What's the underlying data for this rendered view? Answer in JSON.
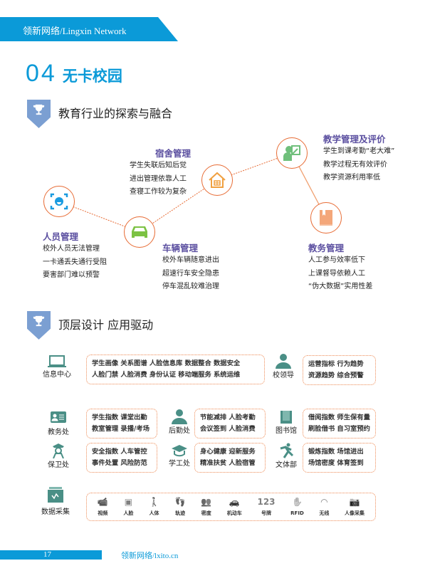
{
  "header": {
    "banner": "领新网络/Lingxin Network",
    "number": "04",
    "title": "无卡校园"
  },
  "section1": {
    "title": "教育行业的探索与融合",
    "nodes": [
      {
        "icon": "face-scan-icon",
        "title": "人员管理",
        "lines": [
          "校外人员无法管理",
          "一卡通丢失通行受阻",
          "要害部门难以预警"
        ]
      },
      {
        "icon": "car-icon",
        "title": "车辆管理",
        "lines": [
          "校外车辆随意进出",
          "超速行车安全隐患",
          "停车混乱较难治理"
        ]
      },
      {
        "icon": "house-icon",
        "title": "宿舍管理",
        "lines": [
          "学生失联后知后觉",
          "进出管理依靠人工",
          "查寝工作较为复杂"
        ]
      },
      {
        "icon": "teacher-icon",
        "title": "教学管理及评价",
        "lines": [
          "学生到课考勤“老大难”",
          "教学过程无有效评价",
          "教学资源利用率低"
        ]
      },
      {
        "icon": "book-icon",
        "title": "教务管理",
        "lines": [
          "人工参与效率低下",
          "上课督导依赖人工",
          "“伪大数据”实用性差"
        ]
      }
    ]
  },
  "section2": {
    "title": "顶层设计 应用驱动",
    "groups": [
      {
        "icon": "laptop-icon",
        "label": "信息中心",
        "lines": [
          "学生画像 关系图谱 人脸信息库 数据整合 数据安全",
          "人脸门禁 人脸消费 身份认证 移动端服务 系统运维"
        ]
      },
      {
        "icon": "leader-icon",
        "label": "校领导",
        "lines": [
          "运营指标 行为趋势",
          "资源趋势 综合预警"
        ]
      },
      {
        "icon": "id-card-icon",
        "label": "教务处",
        "lines": [
          "学生指数 课堂出勤",
          "教室管理 录播/考场"
        ]
      },
      {
        "icon": "worker-icon",
        "label": "后勤处",
        "lines": [
          "节能减排 人脸考勤",
          "会议签到 人脸消费"
        ]
      },
      {
        "icon": "library-icon",
        "label": "图书馆",
        "lines": [
          "借阅指数 师生保有量",
          "刷脸借书 自习室预约"
        ]
      },
      {
        "icon": "guard-icon",
        "label": "保卫处",
        "lines": [
          "安全指数 人车管控",
          "事件处置 风险防范"
        ]
      },
      {
        "icon": "graduation-cap-icon",
        "label": "学工处",
        "lines": [
          "身心健康 迎新服务",
          "精准扶贫 人脸宿管"
        ]
      },
      {
        "icon": "sports-icon",
        "label": "文体部",
        "lines": [
          "锻炼指数 场馆进出",
          "场馆密度 体育签到"
        ]
      }
    ],
    "acquisition": {
      "icon": "data-stack-icon",
      "label": "数据采集",
      "items": [
        {
          "icon": "camera-icon",
          "label": "视频"
        },
        {
          "icon": "face-icon",
          "label": "人脸"
        },
        {
          "icon": "walker-icon",
          "label": "人体"
        },
        {
          "icon": "footprint-icon",
          "label": "轨迹"
        },
        {
          "icon": "crowd-icon",
          "label": "密度"
        },
        {
          "icon": "car-icon",
          "label": "机动车"
        },
        {
          "icon": "plate-icon",
          "label": "号牌"
        },
        {
          "icon": "rfid-icon",
          "label": "RFID"
        },
        {
          "icon": "wifi-icon",
          "label": "无线"
        },
        {
          "icon": "photo-camera-icon",
          "label": "人像采集"
        }
      ]
    }
  },
  "footer": {
    "page": "17",
    "url": "领新网络/lxito.cn"
  },
  "colors": {
    "brand": "#0b9ad8",
    "heading": "#5b4fa0",
    "accent": "#e76b34",
    "icon": "#4a8f86"
  }
}
